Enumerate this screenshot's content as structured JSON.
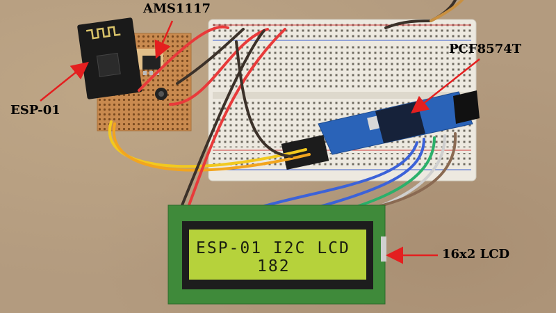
{
  "labels": {
    "ams": "AMS1117",
    "pcf": "PCF8574T",
    "esp": "ESP-01",
    "lcd": "16x2 LCD"
  },
  "lcd_display": {
    "line1": "ESP-01 I2C LCD",
    "line2": "182"
  },
  "colors": {
    "table": "#b39b7f",
    "breadboard": "#ede9e0",
    "pcf_board": "#2a63b8",
    "lcd_screen": "#b6d23b",
    "lcd_pcb": "#3f8a3a",
    "arrow": "#e41f1f",
    "esp_board": "#1a1a1a",
    "perfboard": "#c98a4f"
  }
}
